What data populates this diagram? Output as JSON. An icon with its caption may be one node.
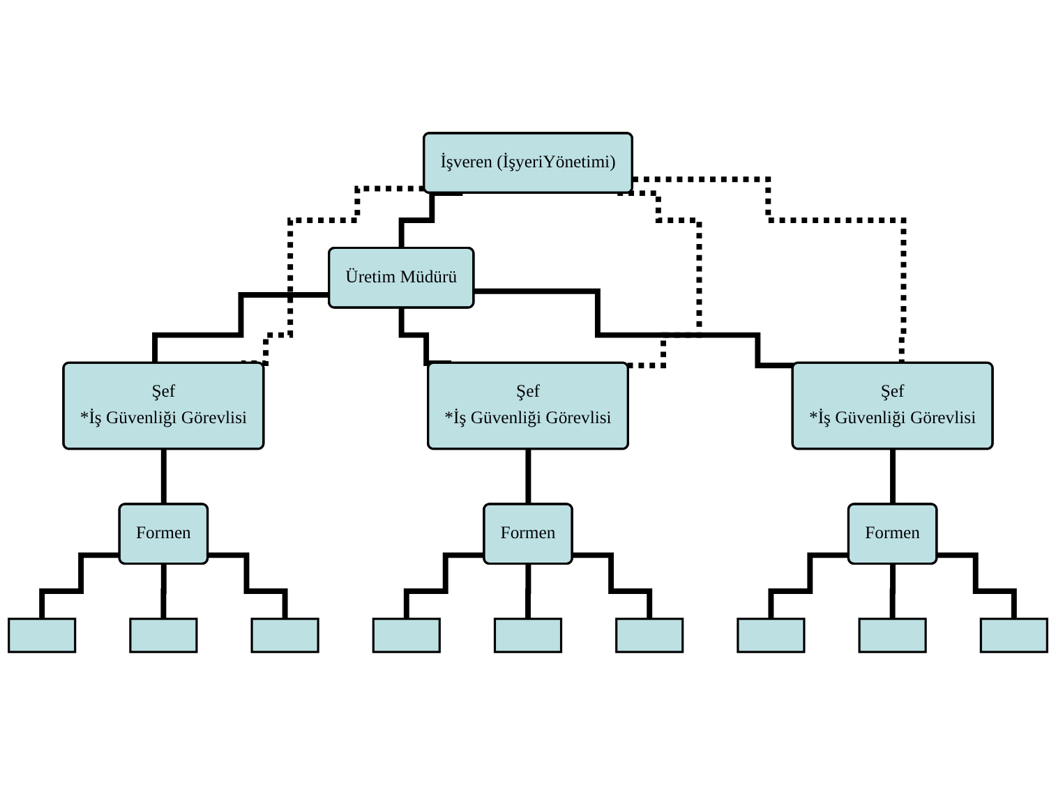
{
  "diagram": {
    "nodes": [
      {
        "text": [
          "İşveren (İşyeriYönetimi)"
        ]
      },
      {
        "text": [
          "Üretim Müdürü"
        ]
      },
      {
        "text": [
          "Şef",
          "*İş Güvenliği Görevlisi"
        ]
      },
      {
        "text": [
          "Şef",
          "*İş Güvenliği Görevlisi"
        ]
      },
      {
        "text": [
          "Şef",
          "*İş Güvenliği Görevlisi"
        ]
      },
      {
        "text": [
          "Formen"
        ]
      },
      {
        "text": [
          "Formen"
        ]
      },
      {
        "text": [
          "Formen"
        ]
      },
      {
        "text": [],
        "shape": "box"
      },
      {
        "text": [],
        "shape": "box"
      },
      {
        "text": [],
        "shape": "box"
      },
      {
        "text": [],
        "shape": "box"
      },
      {
        "text": [],
        "shape": "box"
      },
      {
        "text": [],
        "shape": "box"
      },
      {
        "text": [],
        "shape": "box"
      },
      {
        "text": [],
        "shape": "box"
      },
      {
        "text": [],
        "shape": "box"
      }
    ],
    "edges": [
      {
        "from": 0,
        "to": 1,
        "arrow": "none"
      },
      {
        "from": 1,
        "to": 2,
        "arrow": "none"
      },
      {
        "from": 1,
        "to": 3,
        "arrow": "none"
      },
      {
        "from": 1,
        "to": 4,
        "arrow": "none"
      },
      {
        "from": 0,
        "to": 2,
        "arrow": "none",
        "style": "dashed"
      },
      {
        "from": 0,
        "to": 3,
        "arrow": "none",
        "style": "dashed"
      },
      {
        "from": 0,
        "to": 4,
        "arrow": "none",
        "style": "dashed"
      },
      {
        "from": 2,
        "to": 5,
        "arrow": "none"
      },
      {
        "from": 3,
        "to": 6,
        "arrow": "none"
      },
      {
        "from": 4,
        "to": 7,
        "arrow": "none"
      },
      {
        "from": 5,
        "to": 8,
        "arrow": "none"
      },
      {
        "from": 5,
        "to": 9,
        "arrow": "none"
      },
      {
        "from": 5,
        "to": 10,
        "arrow": "none"
      },
      {
        "from": 6,
        "to": 11,
        "arrow": "none"
      },
      {
        "from": 6,
        "to": 12,
        "arrow": "none"
      },
      {
        "from": 6,
        "to": 13,
        "arrow": "none"
      },
      {
        "from": 7,
        "to": 14,
        "arrow": "none"
      },
      {
        "from": 7,
        "to": 15,
        "arrow": "none"
      },
      {
        "from": 7,
        "to": 16,
        "arrow": "none"
      }
    ]
  }
}
